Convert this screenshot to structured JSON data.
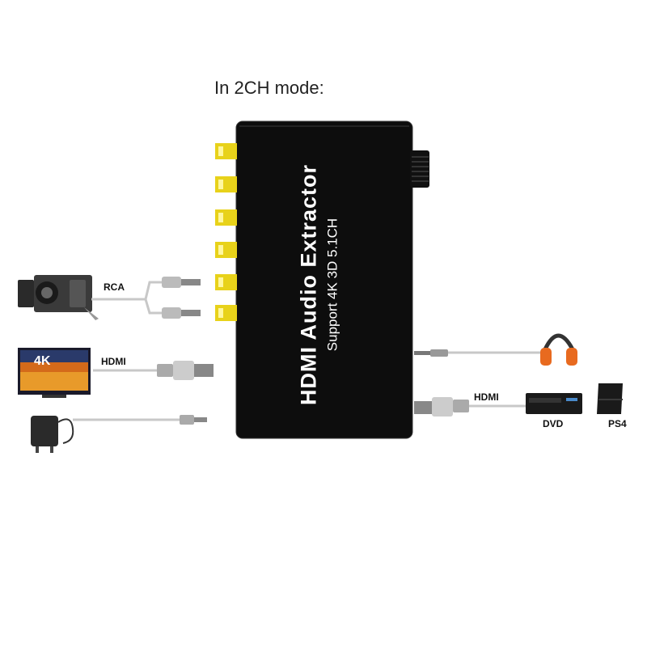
{
  "title": "In 2CH mode:",
  "device": {
    "name": "HDMI Audio Extractor",
    "subtitle": "Support 4K 3D 5.1CH"
  },
  "labels": {
    "rca": "RCA",
    "hdmi_in": "HDMI",
    "hdmi_out": "HDMI",
    "dvd": "DVD",
    "ps4": "PS4",
    "tv_badge": "4K"
  },
  "colors": {
    "device_body": "#0d0d0d",
    "rca_jack": "#e8d21a",
    "cable": "#c8c8c8",
    "headphone_accent": "#e86a1f"
  }
}
